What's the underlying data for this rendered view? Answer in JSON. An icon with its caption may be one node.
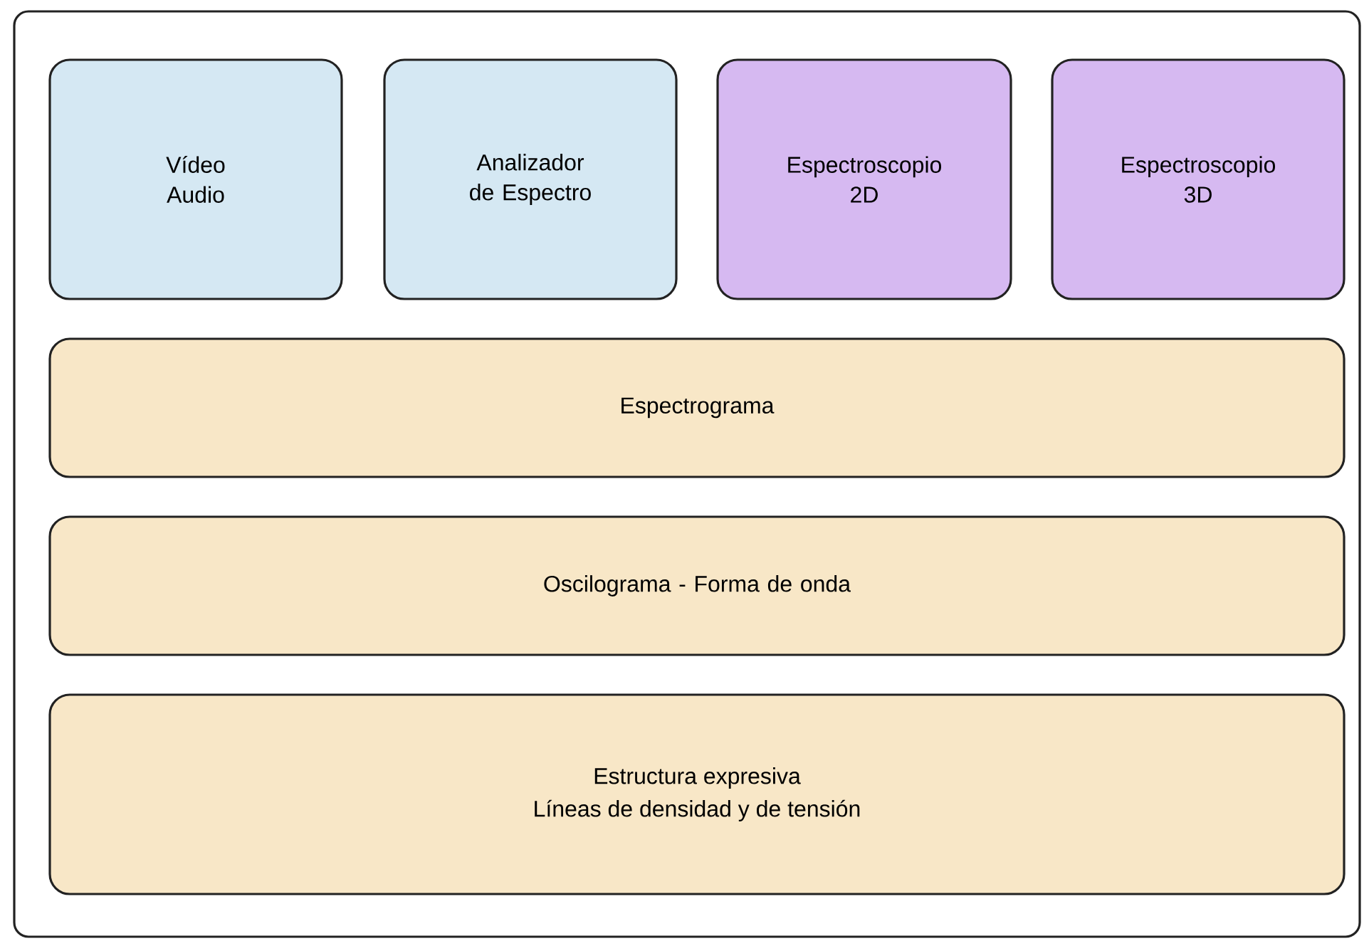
{
  "diagram": {
    "nodes": [
      {
        "text": [],
        "shape": "box"
      },
      {
        "text": [
          "Vídeo Audio"
        ],
        "in": 0
      },
      {
        "text": [
          "Analizador de Espectro"
        ],
        "in": 0
      },
      {
        "text": [
          "Espectroscopio 2D"
        ],
        "in": 0
      },
      {
        "text": [
          "Espectroscopio 3D"
        ],
        "in": 0
      },
      {
        "text": [
          "Espectrograma"
        ],
        "in": 0
      },
      {
        "text": [
          "Oscilograma - Forma de onda"
        ],
        "in": 0
      },
      {
        "text": [
          "Estructura expresiva",
          "Líneas de densidad y de tensión"
        ],
        "in": 0
      }
    ]
  }
}
